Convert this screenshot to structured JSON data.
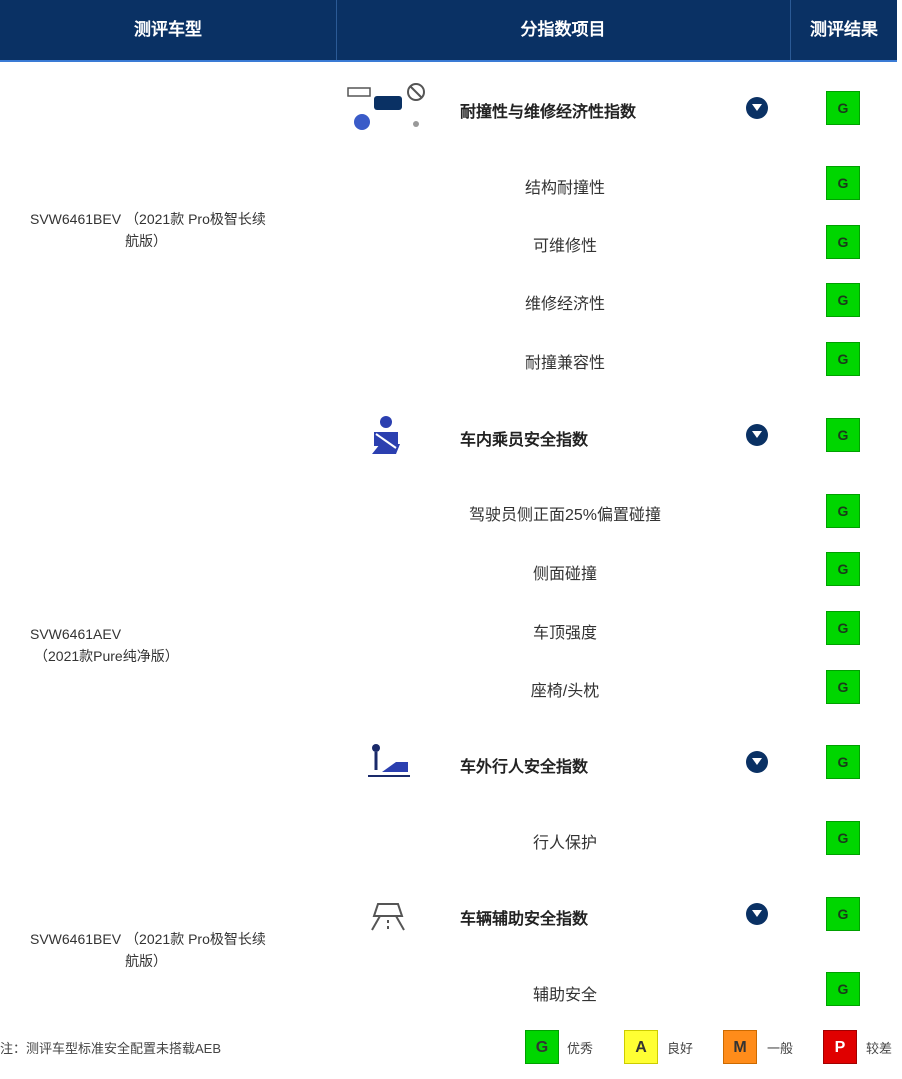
{
  "header": {
    "col1": "测评车型",
    "col2": "分指数项目",
    "col3": "测评结果"
  },
  "models": [
    {
      "code": "SVW6461BEV",
      "trim": "（2021款 Pro极智长续航版）"
    },
    {
      "code": "SVW6461AEV",
      "trim": "（2021款Pure纯净版）"
    },
    {
      "code": "SVW6461BEV",
      "trim": "（2021款 Pro极智长续航版）"
    }
  ],
  "categories": [
    {
      "label": "耐撞性与维修经济性指数",
      "icon": "crash-repair-icon",
      "result": "G",
      "subs": [
        {
          "label": "结构耐撞性",
          "result": "G"
        },
        {
          "label": "可维修性",
          "result": "G"
        },
        {
          "label": "维修经济性",
          "result": "G"
        },
        {
          "label": "耐撞兼容性",
          "result": "G"
        }
      ]
    },
    {
      "label": "车内乘员安全指数",
      "icon": "seated-occupant-icon",
      "result": "G",
      "subs": [
        {
          "label": "驾驶员侧正面25%偏置碰撞",
          "result": "G"
        },
        {
          "label": "侧面碰撞",
          "result": "G"
        },
        {
          "label": "车顶强度",
          "result": "G"
        },
        {
          "label": "座椅/头枕",
          "result": "G"
        }
      ]
    },
    {
      "label": "车外行人安全指数",
      "icon": "pedestrian-icon",
      "result": "G",
      "subs": [
        {
          "label": "行人保护",
          "result": "G"
        }
      ]
    },
    {
      "label": "车辆辅助安全指数",
      "icon": "driver-assist-icon",
      "result": "G",
      "subs": [
        {
          "label": "辅助安全",
          "result": "G"
        }
      ]
    }
  ],
  "legend": {
    "note": "注：测评车型标准安全配置未搭载AEB",
    "items": [
      {
        "letter": "G",
        "label": "优秀",
        "color": "#00d600"
      },
      {
        "letter": "A",
        "label": "良好",
        "color": "#ffff33"
      },
      {
        "letter": "M",
        "label": "一般",
        "color": "#ff8c1a"
      },
      {
        "letter": "P",
        "label": "较差",
        "color": "#e00000"
      }
    ]
  },
  "colors": {
    "header_bg": "#0a3164",
    "good": "#00d600"
  }
}
